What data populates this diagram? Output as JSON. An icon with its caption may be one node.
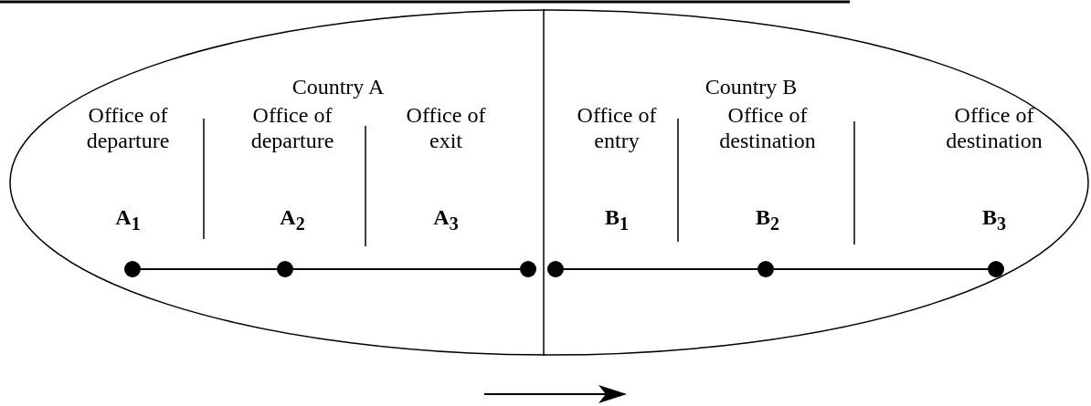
{
  "diagram": {
    "nodes": [
      {
        "text": [
          "Country A",
          "Country B"
        ]
      },
      {
        "text": [],
        "shape": "circle",
        "in": 0,
        "beside": [
          "Office of departure",
          "A$_{1}$"
        ]
      },
      {
        "text": [],
        "shape": "circle",
        "in": 0,
        "beside": [
          "Office of departure",
          "A$_{2}$"
        ]
      },
      {
        "text": [],
        "shape": "circle",
        "in": 0,
        "beside": [
          "Office of exit",
          "A$_{3}$"
        ]
      },
      {
        "text": [],
        "shape": "circle",
        "in": 0,
        "beside": [
          "Office of entry",
          "B$_{1}$"
        ]
      },
      {
        "text": [],
        "shape": "circle",
        "in": 0,
        "beside": [
          "Office of destination",
          "B$_{2}$"
        ]
      },
      {
        "text": [],
        "shape": "circle",
        "in": 0,
        "beside": [
          "Office of destination",
          "B$_{3}$"
        ]
      }
    ],
    "edges": [
      {
        "from": 1,
        "to": 2,
        "arrow": "none"
      },
      {
        "from": 2,
        "to": 3,
        "arrow": "none"
      },
      {
        "from": 4,
        "to": 5,
        "arrow": "none"
      },
      {
        "from": 5,
        "to": 6,
        "arrow": "none"
      }
    ]
  }
}
